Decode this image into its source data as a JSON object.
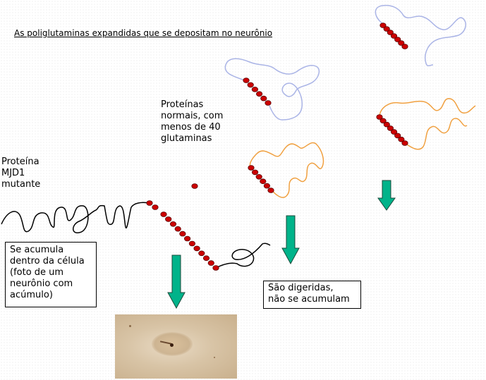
{
  "title": "As poliglutaminas expandidas que se depositam no neurônio",
  "labels": {
    "normal_proteins": "Proteínas\nnormais, com\nmenos de 40\nglutaminas",
    "mutant_protein": "Proteína\nMJD1\nmutante"
  },
  "boxes": {
    "accumulates": "Se acumula\ndentro da célula\n(foto de um\nneurônio com\nacúmulo)",
    "digested": "São digeridas,\nnão se acumulam"
  },
  "colors": {
    "glutamine": "#cc0000",
    "glutamine_outline": "#5a0000",
    "arrow_fill": "#00b38a",
    "arrow_stroke": "#1a4a3a",
    "chain_blue": "#aab4e6",
    "chain_orange": "#f0a040",
    "chain_black": "#000000"
  },
  "photo": {
    "kind": "micrograph of a neuron with an aggregate"
  }
}
